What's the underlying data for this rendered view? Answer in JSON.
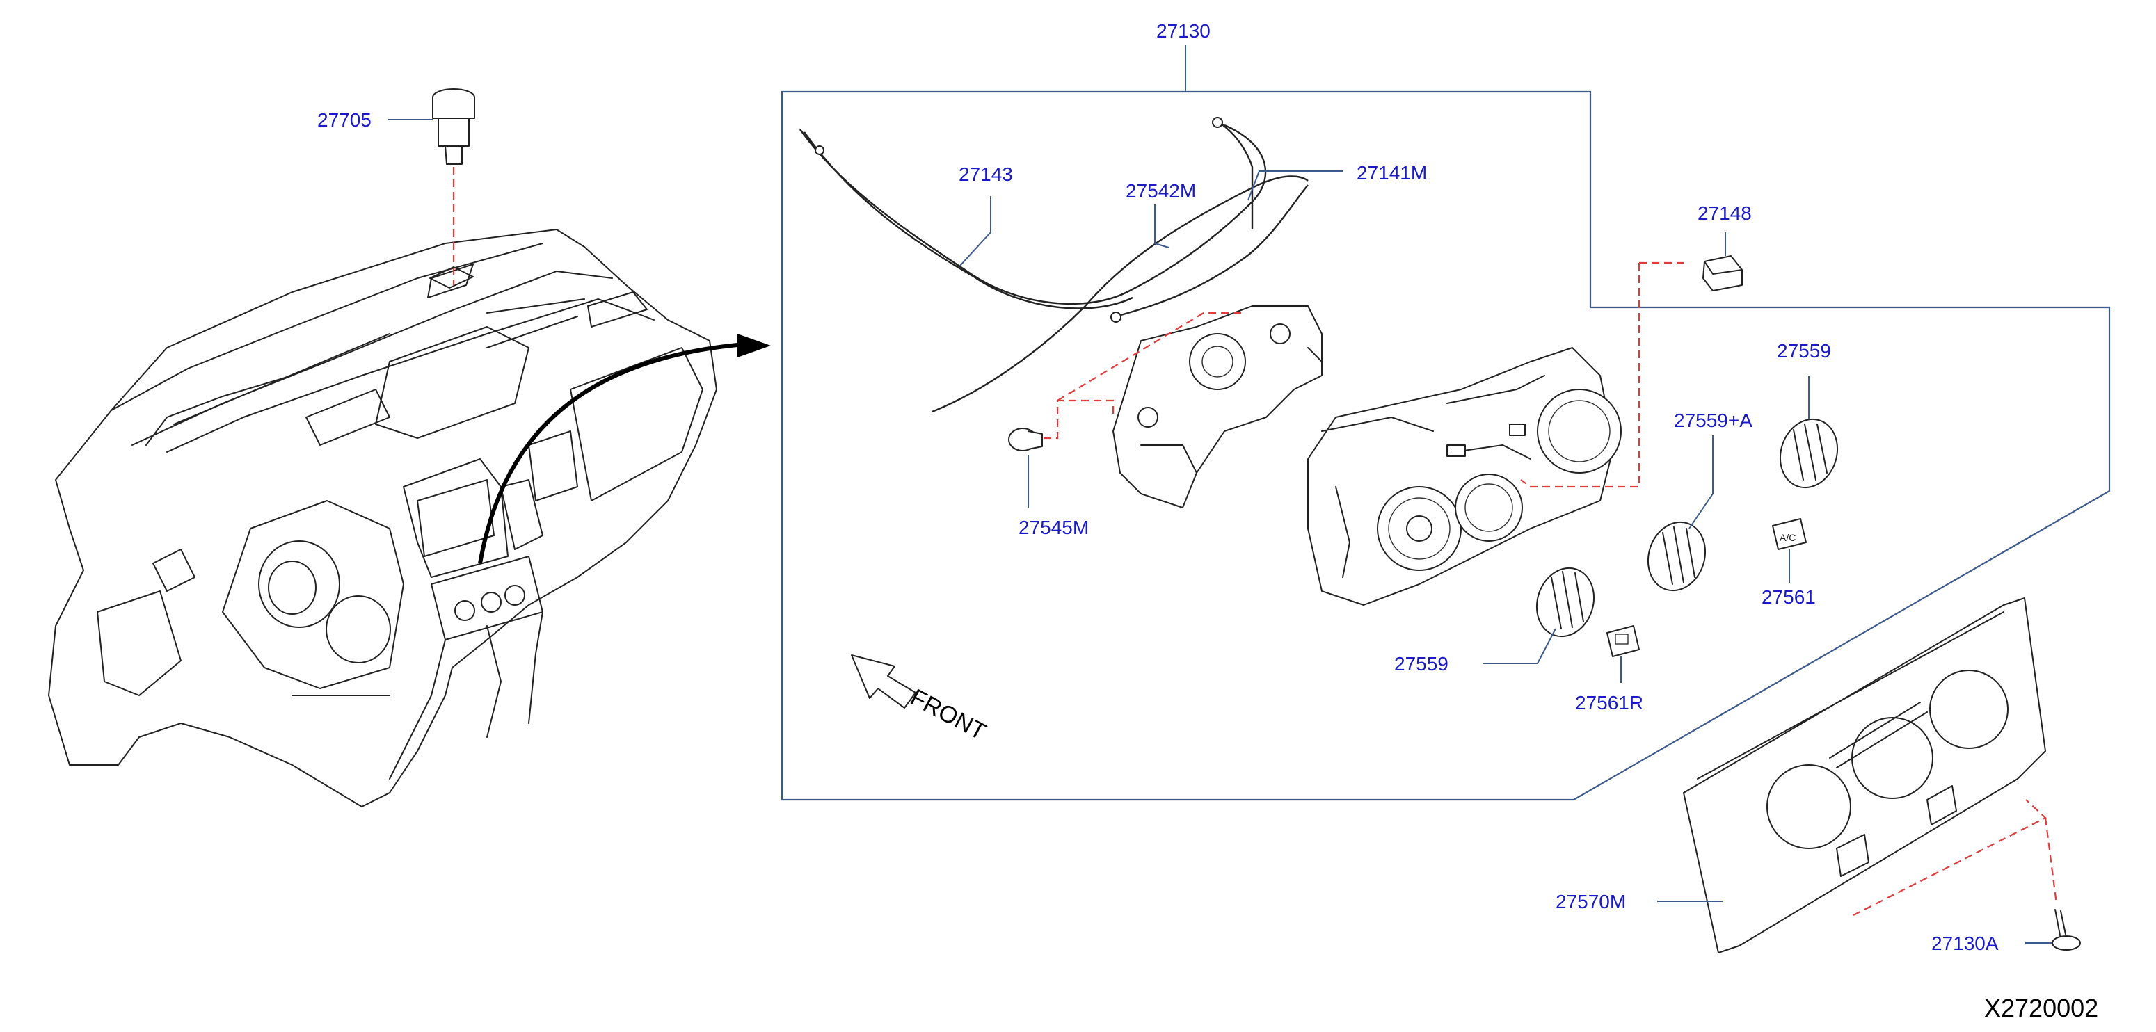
{
  "diagram_code": "X2720002",
  "direction_label": "FRONT",
  "part_labels": {
    "p27130": "27130",
    "p27705": "27705",
    "p27143": "27143",
    "p27542M": "27542M",
    "p27141M": "27141M",
    "p27148": "27148",
    "p27559_top": "27559",
    "p27559A": "27559+A",
    "p27545M": "27545M",
    "p27561": "27561",
    "p27559_bottom": "27559",
    "p27561R": "27561R",
    "p27570M": "27570M",
    "p27130A": "27130A"
  },
  "colors": {
    "label": "#1a1ac8",
    "leader": "#3c5a8c",
    "dashed_guide": "#e23b3b",
    "line_art": "#222222"
  }
}
